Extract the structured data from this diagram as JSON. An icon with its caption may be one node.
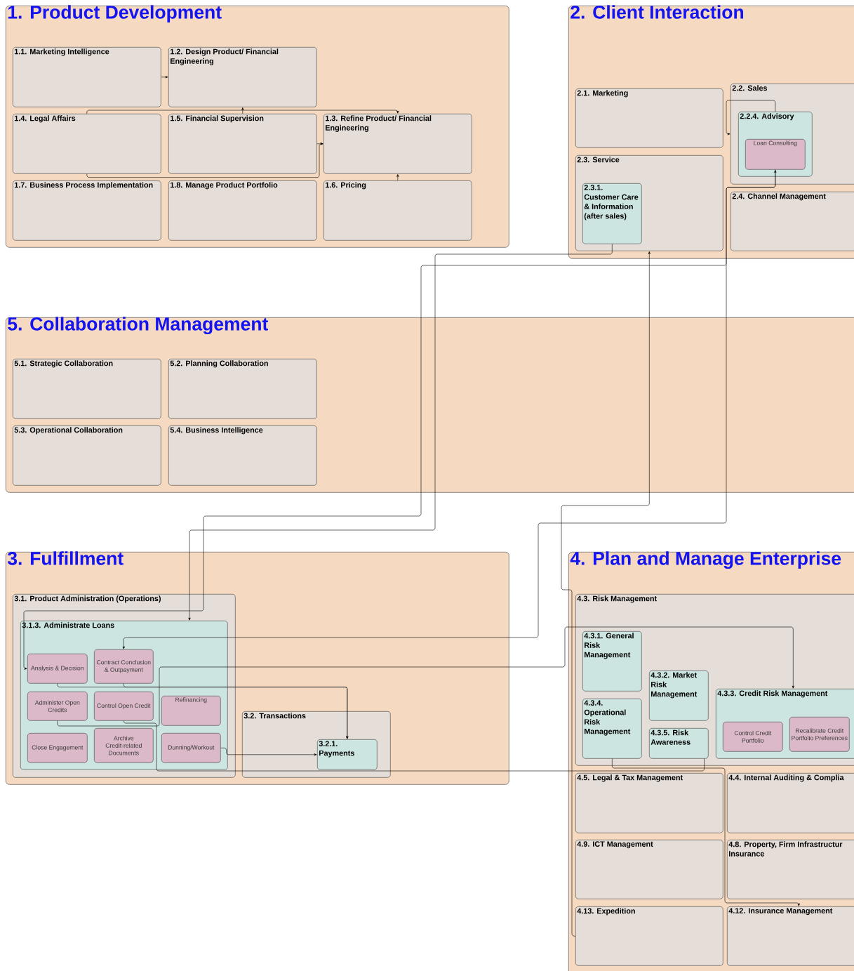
{
  "diagram": {
    "nodes": [
      {
        "text": [
          "1. Product Development"
        ]
      },
      {
        "text": [
          "1.1. Marketing Intelligence"
        ],
        "in": 0
      },
      {
        "text": [
          "1.2. Design Product/ Financial Engineering"
        ],
        "in": 0
      },
      {
        "text": [
          "1.4. Legal Affairs"
        ],
        "in": 0
      },
      {
        "text": [
          "1.5. Financial Supervision"
        ],
        "in": 0
      },
      {
        "text": [
          "1.3. Refine Product/ Financial Engineering"
        ],
        "in": 0
      },
      {
        "text": [
          "1.7. Business Process Implementation"
        ],
        "in": 0
      },
      {
        "text": [
          "1.8. Manage Product Portfolio"
        ],
        "in": 0
      },
      {
        "text": [
          "1.6. Pricing"
        ],
        "in": 0
      },
      {
        "text": [
          "2. Client Interaction"
        ]
      },
      {
        "text": [
          "2.1. Marketing"
        ],
        "in": 9
      },
      {
        "text": [
          "2.2. Sales"
        ],
        "in": 9
      },
      {
        "text": [
          "2.2.4. Advisory"
        ],
        "in": 11
      },
      {
        "text": [
          "Loan Consulting"
        ],
        "in": 12
      },
      {
        "text": [
          "2.3. Service"
        ],
        "in": 9
      },
      {
        "text": [
          "2.3.1. Customer Care & Information (after sales)"
        ],
        "in": 14
      },
      {
        "text": [
          "2.4. Channel Management"
        ],
        "in": 9
      },
      {
        "text": [
          "5. Collaboration Management"
        ]
      },
      {
        "text": [
          "5.1. Strategic Collaboration"
        ],
        "in": 17
      },
      {
        "text": [
          "5.2. Planning Collaboration"
        ],
        "in": 17
      },
      {
        "text": [
          "5.3. Operational Collaboration"
        ],
        "in": 17
      },
      {
        "text": [
          "5.4. Business Intelligence"
        ],
        "in": 17
      },
      {
        "text": [
          "3. Fulfillment"
        ]
      },
      {
        "text": [
          "3.1. Product Administration (Operations)"
        ],
        "in": 22
      },
      {
        "text": [
          "3.1.3. Administrate Loans"
        ],
        "in": 23
      },
      {
        "text": [
          "Analysis & Decision"
        ],
        "in": 24
      },
      {
        "text": [
          "Contract Conclusion & Outpayment"
        ],
        "in": 24
      },
      {
        "text": [
          "Administer Open Credits"
        ],
        "in": 24
      },
      {
        "text": [
          "Control Open Credit"
        ],
        "in": 24
      },
      {
        "text": [
          "Refinancing"
        ],
        "in": 24
      },
      {
        "text": [
          "Close Engagement"
        ],
        "in": 24
      },
      {
        "text": [
          "Archive Credit-related Documents"
        ],
        "in": 24
      },
      {
        "text": [
          "Dunning/Workout"
        ],
        "in": 24
      },
      {
        "text": [
          "3.2. Transactions"
        ],
        "in": 22
      },
      {
        "text": [
          "3.2.1. Payments"
        ],
        "in": 33
      },
      {
        "text": [
          "4. Plan and Manage Enterprise"
        ]
      },
      {
        "text": [
          "4.3. Risk Management"
        ],
        "in": 35
      },
      {
        "text": [
          "4.3.1. General Risk Management"
        ],
        "in": 36
      },
      {
        "text": [
          "4.3.2. Market Risk Management"
        ],
        "in": 36
      },
      {
        "text": [
          "4.3.4. Operational Risk Management"
        ],
        "in": 36
      },
      {
        "text": [
          "4.3.5. Risk Awareness"
        ],
        "in": 36
      },
      {
        "text": [
          "4.3.3. Credit Risk Management"
        ],
        "in": 36
      },
      {
        "text": [
          "Control Credit Portfolio"
        ],
        "in": 41
      },
      {
        "text": [
          "Recalibrate Credit Portfolio Preferences"
        ],
        "in": 41
      },
      {
        "text": [
          "4.5. Legal & Tax Management"
        ],
        "in": 35
      },
      {
        "text": [
          "4.4. Internal Auditing & Complia"
        ],
        "in": 35
      },
      {
        "text": [
          "4.9. ICT Management"
        ],
        "in": 35
      },
      {
        "text": [
          "4.8. Property, Firm Infrastructur Insurance"
        ],
        "in": 35
      },
      {
        "text": [
          "4.13. Expedition"
        ],
        "in": 35
      },
      {
        "text": [
          "4.12. Insurance Management"
        ],
        "in": 35
      }
    ],
    "edges": [
      {
        "from": 1,
        "to": 2,
        "arrow": "to"
      },
      {
        "from": 4,
        "to": 2,
        "arrow": "to"
      },
      {
        "from": 3,
        "to": 5,
        "arrow": "to"
      },
      {
        "from": 3,
        "to": 5,
        "arrow": "to"
      },
      {
        "from": 4,
        "to": 5,
        "arrow": "to"
      },
      {
        "from": 8,
        "to": 5,
        "arrow": "to"
      },
      {
        "from": 12,
        "to": 11,
        "arrow": "to"
      },
      {
        "from": 13,
        "to": 26,
        "arrow": "both"
      },
      {
        "from": 13,
        "to": 25,
        "arrow": "to"
      },
      {
        "from": 15,
        "to": 24,
        "arrow": "to"
      },
      {
        "from": 48,
        "to": 14,
        "arrow": "to"
      },
      {
        "from": 26,
        "to": 34,
        "arrow": "to"
      },
      {
        "from": 25,
        "to": 34,
        "arrow": "to"
      },
      {
        "from": 32,
        "to": 34,
        "arrow": "to"
      },
      {
        "from": 27,
        "to": 41,
        "arrow": "to"
      },
      {
        "from": 28,
        "to": 40,
        "arrow": "none"
      },
      {
        "from": 39,
        "to": 49,
        "arrow": "to"
      }
    ]
  }
}
